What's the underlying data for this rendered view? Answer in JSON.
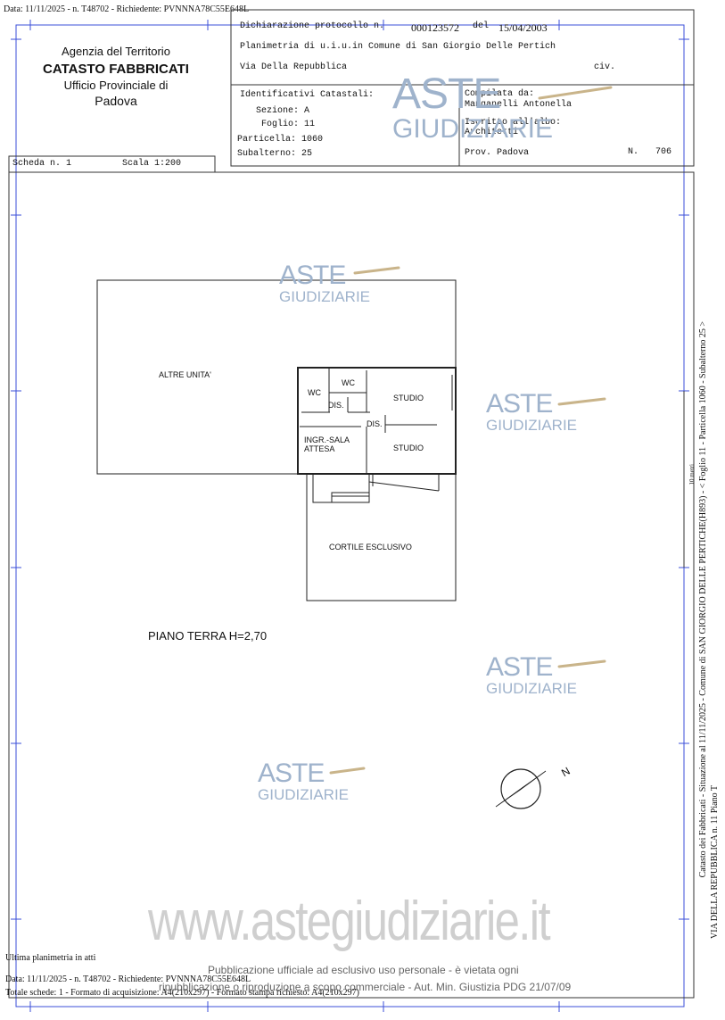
{
  "top_meta": "Data: 11/11/2025 - n. T48702 - Richiedente: PVNNNA78C55E648L",
  "header": {
    "agency_line1": "Agenzia del Territorio",
    "agency_line2": "CATASTO FABBRICATI",
    "agency_line3": "Ufficio Provinciale di",
    "agency_line4": "Padova",
    "protocol_label": "Dichiarazione protocollo n.",
    "protocol_number": "000123572",
    "protocol_del": "del",
    "protocol_date": "15/04/2003",
    "planimetria": "Planimetria di u.i.u.in Comune di San Giorgio Delle Pertich",
    "address": "Via Della Repubblica",
    "civ_label": "civ.",
    "identificativi_label": "Identificativi Catastali:",
    "sezione": "Sezione: A",
    "foglio": "Foglio: 11",
    "particella": "Particella: 1060",
    "subalterno": "Subalterno: 25",
    "compilata_label": "Compilata da:",
    "compilata_name": "Manganelli Antonella",
    "iscritto_label": "Iscritto all'albo:",
    "iscritto_value": "Architetti",
    "prov": "Prov. Padova",
    "n_label": "N.",
    "n_value": "706",
    "scheda": "Scheda n. 1",
    "scala": "Scala 1:200"
  },
  "plan": {
    "altre_unita": "ALTRE UNITA'",
    "wc1": "WC",
    "wc2": "WC",
    "dis1": "DIS.",
    "dis2": "DIS.",
    "studio1": "STUDIO",
    "studio2": "STUDIO",
    "ingr_line1": "INGR.-SALA",
    "ingr_line2": "ATTESA",
    "cortile": "CORTILE ESCLUSIVO",
    "piano": "PIANO TERRA H=2,70",
    "north": "N",
    "metri_label": "10 metri"
  },
  "watermark": {
    "aste": "ASTE",
    "giudiziarie": "GIUDIZIARIE",
    "site": "www.astegiudiziarie.it"
  },
  "side_text_line1": "Catasto dei Fabbricati - Situazione al 11/11/2025 - Comune di SAN GIORGIO DELLE PERTICHE(H893) - < Foglio 11 - Particella 1060 - Subalterno 25 >",
  "side_text_line2": "VIA DELLA REPUBBLICA n. 11 Piano T",
  "footer": {
    "ultima": "Ultima planimetria in atti",
    "meta_line": "Data: 11/11/2025 - n. T48702 - Richiedente: PVNNNA78C55E648L",
    "totale": "Totale schede: 1 - Formato di acquisizione: A4(210x297) - Formato stampa richiesto: A4(210x297)",
    "pub_line1": "Pubblicazione ufficiale ad esclusivo uso personale - è vietata ogni",
    "pub_line2": "ripubblicazione o riproduzione a scopo commerciale - Aut. Min. Giustizia PDG 21/07/09"
  },
  "colors": {
    "frame_blue": "#3b4fd8",
    "watermark": "#9fb3cc",
    "line": "#333333"
  }
}
